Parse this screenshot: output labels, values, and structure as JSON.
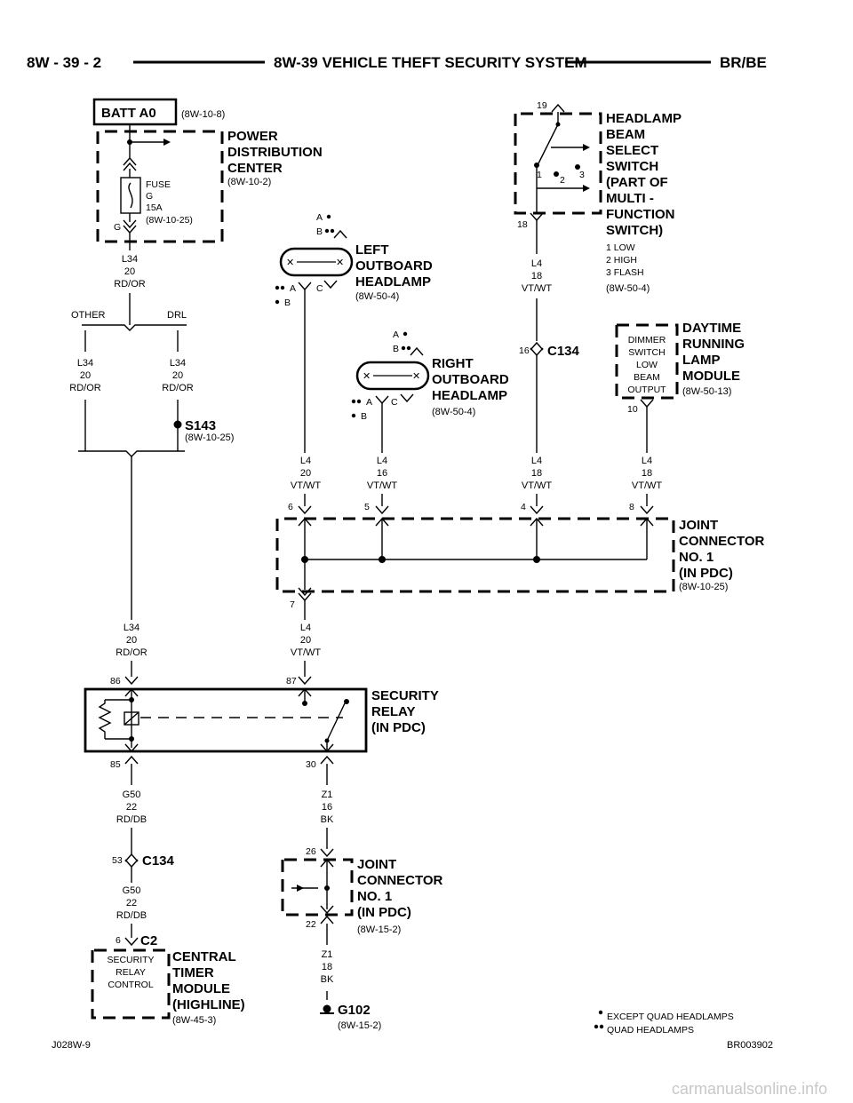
{
  "header": {
    "page_ref": "8W - 39 - 2",
    "title": "8W-39 VEHICLE THEFT SECURITY SYSTEM",
    "model": "BR/BE"
  },
  "footer": {
    "left_code": "J028W-9",
    "right_code": "BR003902",
    "watermark": "carmanualsonline.info"
  },
  "legend": {
    "single_dot": "EXCEPT QUAD HEADLAMPS",
    "double_dot": "QUAD HEADLAMPS"
  },
  "pdc": {
    "batt_label": "BATT A0",
    "batt_ref": "(8W-10-8)",
    "title_lines": [
      "POWER",
      "DISTRIBUTION",
      "CENTER"
    ],
    "ref": "(8W-10-2)",
    "fuse_lines": [
      "FUSE",
      "G",
      "15A",
      "(8W-10-25)"
    ],
    "pin": "G"
  },
  "wires": {
    "l34_main": [
      "L34",
      "20",
      "RD/OR"
    ],
    "other": "OTHER",
    "drl": "DRL",
    "l34_left": [
      "L34",
      "20",
      "RD/OR"
    ],
    "l34_right": [
      "L34",
      "20",
      "RD/OR"
    ],
    "l34_relay": [
      "L34",
      "20",
      "RD/OR"
    ],
    "l4_left_hl": [
      "L4",
      "20",
      "VT/WT"
    ],
    "l4_right_hl": [
      "L4",
      "16",
      "VT/WT"
    ],
    "l4_switch_top": [
      "L4",
      "18",
      "VT/WT"
    ],
    "l4_switch_bot": [
      "L4",
      "18",
      "VT/WT"
    ],
    "l4_drl": [
      "L4",
      "18",
      "VT/WT"
    ],
    "l4_relay": [
      "L4",
      "20",
      "VT/WT"
    ],
    "g50_top": [
      "G50",
      "22",
      "RD/DB"
    ],
    "g50_bot": [
      "G50",
      "22",
      "RD/DB"
    ],
    "z1_top": [
      "Z1",
      "16",
      "BK"
    ],
    "z1_bot": [
      "Z1",
      "18",
      "BK"
    ]
  },
  "splice": {
    "name": "S143",
    "ref": "(8W-10-25)"
  },
  "left_headlamp": {
    "title_lines": [
      "LEFT",
      "OUTBOARD",
      "HEADLAMP"
    ],
    "ref": "(8W-50-4)",
    "pin_a_top": "A",
    "pin_b_top": "B",
    "pin_a": "A",
    "pin_b": "B",
    "pin_c": "C"
  },
  "right_headlamp": {
    "title_lines": [
      "RIGHT",
      "OUTBOARD",
      "HEADLAMP"
    ],
    "ref": "(8W-50-4)",
    "pin_a_top": "A",
    "pin_b_top": "B",
    "pin_a": "A",
    "pin_b": "B",
    "pin_c": "C"
  },
  "beam_switch": {
    "title_lines": [
      "HEADLAMP",
      "BEAM",
      "SELECT",
      "SWITCH",
      "(PART OF",
      "MULTI -",
      "FUNCTION",
      "SWITCH)"
    ],
    "modes": [
      "1 LOW",
      "2 HIGH",
      "3 FLASH"
    ],
    "ref": "(8W-50-4)",
    "pin_top": "19",
    "pin_bot": "18",
    "pos": [
      "1",
      "2",
      "3"
    ]
  },
  "c134_top": {
    "name": "C134",
    "pin": "16"
  },
  "drl_module": {
    "title_lines": [
      "DAYTIME",
      "RUNNING",
      "LAMP",
      "MODULE"
    ],
    "ref": "(8W-50-13)",
    "inner_lines": [
      "DIMMER",
      "SWITCH",
      "LOW",
      "BEAM",
      "OUTPUT"
    ],
    "pin": "10"
  },
  "joint1": {
    "title_lines": [
      "JOINT",
      "CONNECTOR",
      "NO. 1",
      "(IN PDC)"
    ],
    "ref": "(8W-10-25)",
    "pins": [
      "6",
      "5",
      "4",
      "8",
      "7"
    ]
  },
  "relay": {
    "title_lines": [
      "SECURITY",
      "RELAY",
      "(IN PDC)"
    ],
    "pins": [
      "86",
      "87",
      "85",
      "30"
    ]
  },
  "c134_bot": {
    "name": "C134",
    "pin": "53"
  },
  "c2": {
    "name": "C2",
    "pin": "6"
  },
  "ctm": {
    "title_lines": [
      "CENTRAL",
      "TIMER",
      "MODULE",
      "(HIGHLINE)"
    ],
    "ref": "(8W-45-3)",
    "inner_lines": [
      "SECURITY",
      "RELAY",
      "CONTROL"
    ]
  },
  "joint2": {
    "title_lines": [
      "JOINT",
      "CONNECTOR",
      "NO. 1",
      "(IN PDC)"
    ],
    "ref": "(8W-15-2)",
    "pins": [
      "26",
      "22"
    ]
  },
  "ground": {
    "name": "G102",
    "ref": "(8W-15-2)"
  }
}
